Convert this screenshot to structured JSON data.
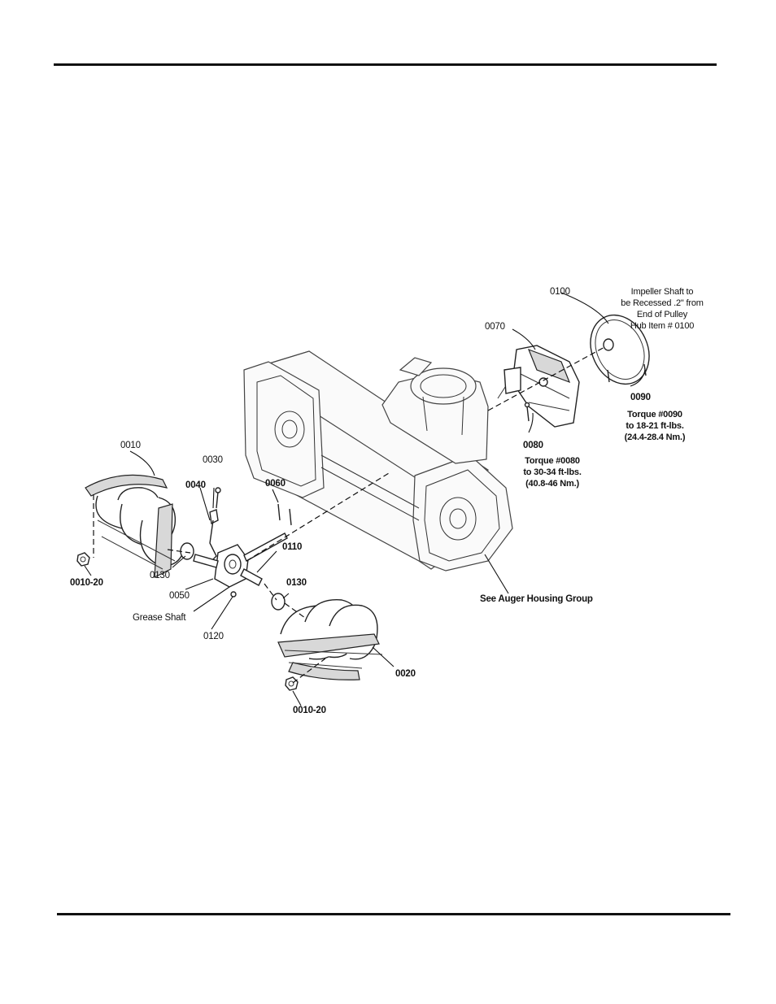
{
  "labels": {
    "p0010": "0010",
    "p0010_20_a": "0010-20",
    "p0010_20_b": "0010-20",
    "p0020": "0020",
    "p0030": "0030",
    "p0040": "0040",
    "p0050": "0050",
    "p0060": "0060",
    "p0070": "0070",
    "p0080": "0080",
    "p0090": "0090",
    "p0100": "0100",
    "p0110": "0110",
    "p0120": "0120",
    "p0130_a": "0130",
    "p0130_b": "0130",
    "grease_shaft": "Grease Shaft",
    "see_auger": "See Auger Housing Group"
  },
  "notes": {
    "impeller": [
      "Impeller Shaft to",
      "be Recessed .2\" from",
      "End of Pulley",
      "Hub Item # 0100"
    ],
    "torque_0090": [
      "Torque #0090",
      "to 18-21 ft-lbs.",
      "(24.4-28.4 Nm.)"
    ],
    "torque_0080": [
      "Torque #0080",
      "to 30-34 ft-lbs.",
      "(40.8-46 Nm.)"
    ]
  }
}
